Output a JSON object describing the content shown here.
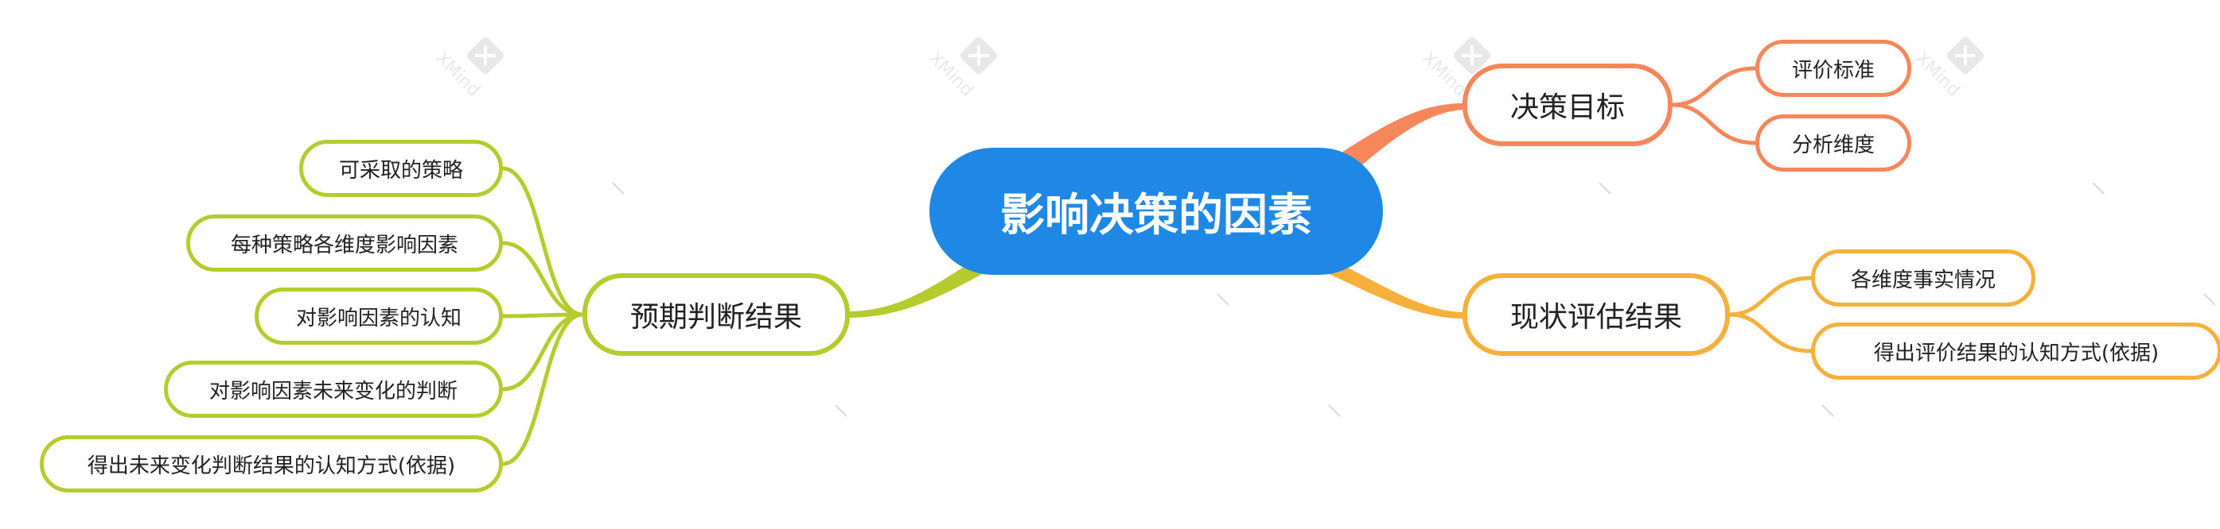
{
  "central": {
    "label": "影响决策的因素",
    "color": "#1f88e5"
  },
  "branches": {
    "decision_goal": {
      "label": "决策目标",
      "color": "#f5875a",
      "children": [
        "评价标准",
        "分析维度"
      ]
    },
    "status_eval": {
      "label": "现状评估结果",
      "color": "#f8b03c",
      "children": [
        "各维度事实情况",
        "得出评价结果的认知方式(依据)"
      ]
    },
    "expected_judgment": {
      "label": "预期判断结果",
      "color": "#b5cc2e",
      "children": [
        "可采取的策略",
        "每种策略各维度影响因素",
        "对影响因素的认知",
        "对影响因素未来变化的判断",
        "得出未来变化判断结果的认知方式(依据)"
      ]
    }
  },
  "watermark": {
    "text": "XMind",
    "icon": "xmind-logo-icon"
  }
}
